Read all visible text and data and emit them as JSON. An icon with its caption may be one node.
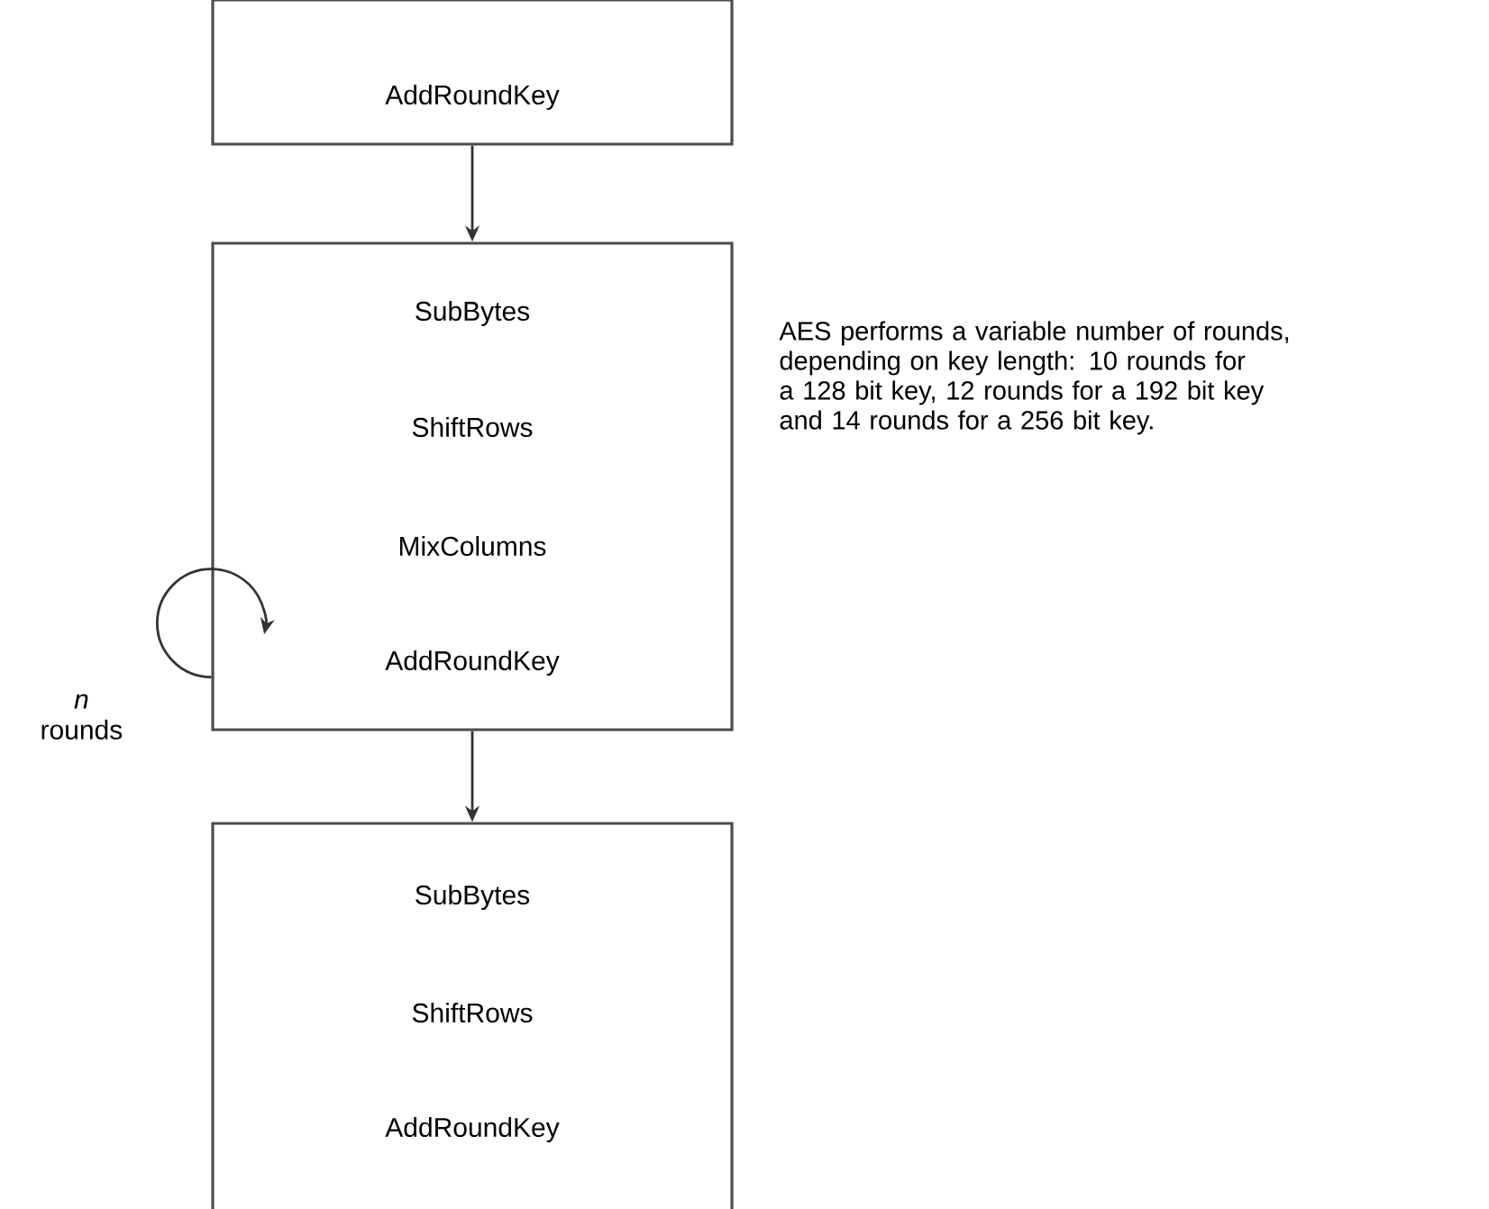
{
  "diagram": {
    "nodes": [
      {
        "text": [
          "AddRoundKey"
        ]
      },
      {
        "text": [
          "SubBytes",
          "ShiftRows",
          "MixColumns",
          "AddRoundKey"
        ]
      },
      {
        "text": [
          "SubBytes",
          "ShiftRows",
          "AddRoundKey"
        ]
      }
    ],
    "edges": [
      {
        "from": 0,
        "to": 1,
        "arrow": "to"
      },
      {
        "from": 1,
        "to": 1,
        "arrow": "to",
        "label": "*n* rounds"
      },
      {
        "from": 1,
        "to": 2,
        "arrow": "to"
      }
    ],
    "labels": [
      "AES performs a variable number of rounds, depending on key length: 10 rounds for a 128 bit key, 12 rounds for a 192 bit key and 14 rounds for a 256 bit key."
    ]
  }
}
